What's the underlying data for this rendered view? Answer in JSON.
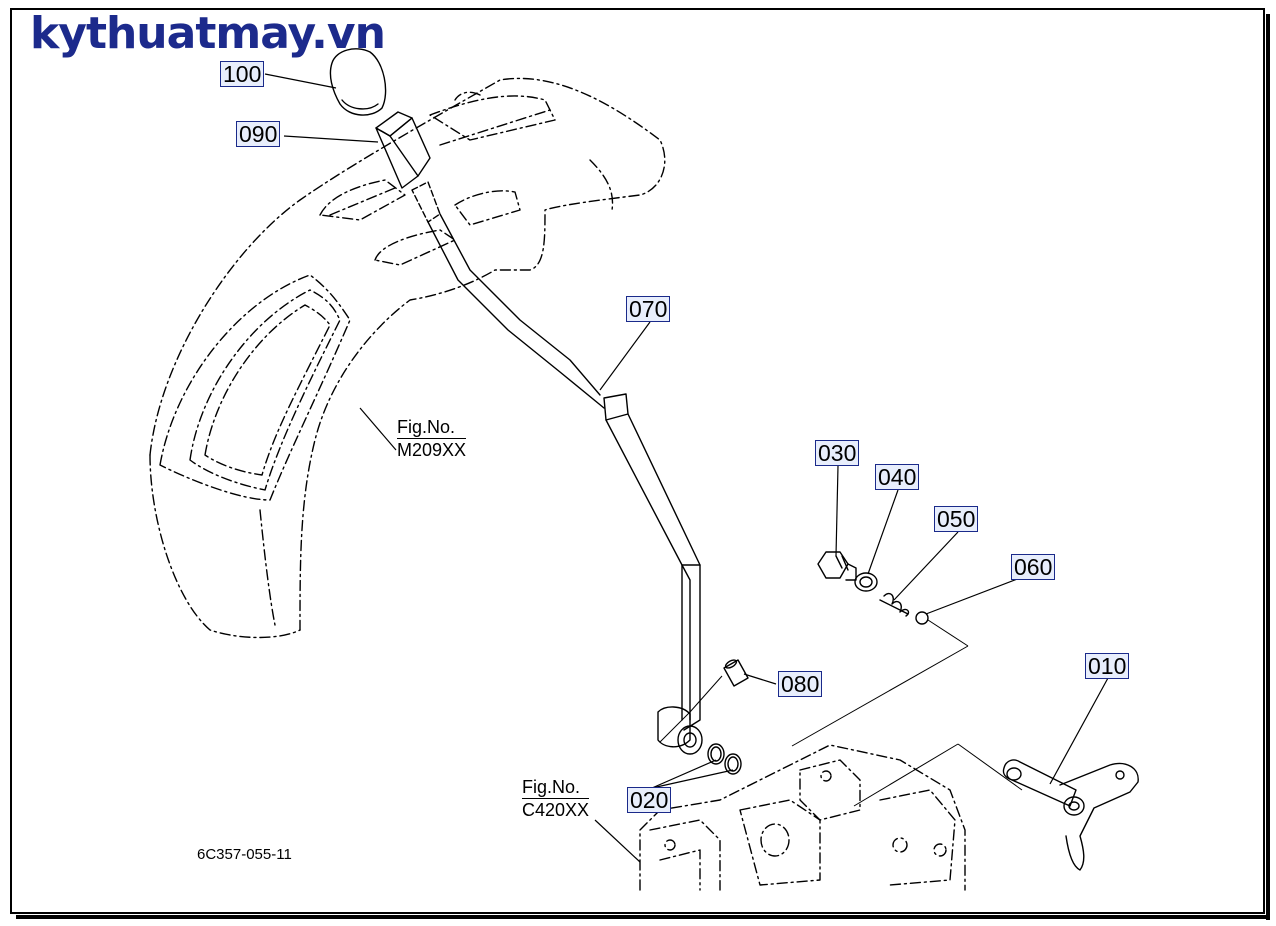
{
  "brand": "kythuatmay.vn",
  "drawing_code": "6C357-055-11",
  "callouts": {
    "p100": "100",
    "p090": "090",
    "p070": "070",
    "p030": "030",
    "p040": "040",
    "p050": "050",
    "p060": "060",
    "p080": "080",
    "p010": "010",
    "p020": "020"
  },
  "references": {
    "fender": {
      "line1": "Fig.No.",
      "line2": "M209XX"
    },
    "housing": {
      "line1": "Fig.No.",
      "line2": "C420XX"
    }
  },
  "colors": {
    "brand": "#1c2a8c",
    "label_fill": "#e8eefc",
    "label_border": "#1a2a8a"
  }
}
